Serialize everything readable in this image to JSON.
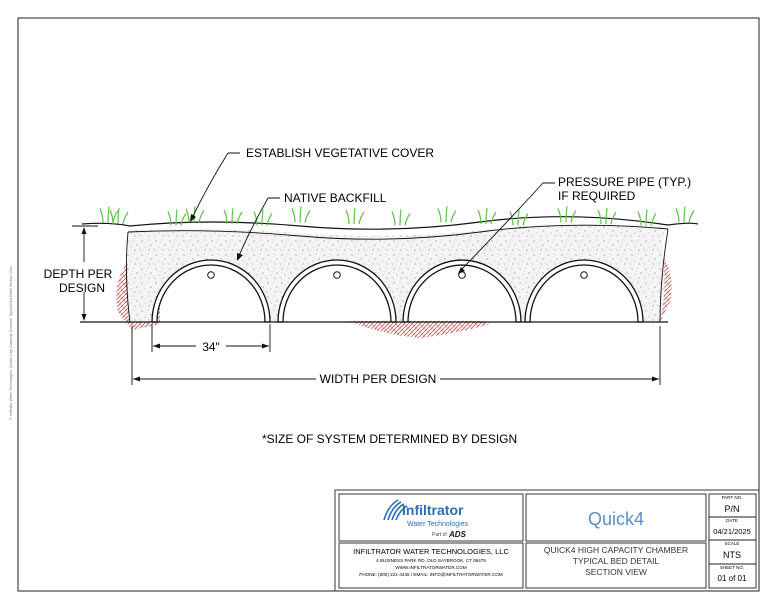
{
  "drawing": {
    "callout_vegetative": "ESTABLISH VEGETATIVE COVER",
    "callout_backfill": "NATIVE BACKFILL",
    "callout_pipe_line1": "PRESSURE PIPE (TYP.)",
    "callout_pipe_line2": "IF REQUIRED",
    "depth_line1": "DEPTH PER",
    "depth_line2": "DESIGN",
    "dim_chamber": "34\"",
    "dim_width": "WIDTH PER DESIGN",
    "note": "*SIZE OF SYSTEM DETERMINED BY DESIGN",
    "side_text": "© Infiltrator Water Technologies, Quick4 High Capacity Chamber Typical Bed Detail Section View"
  },
  "title_block": {
    "logo_name": "Infiltrator",
    "logo_sub": "Water Technologies",
    "logo_partof": "Part of",
    "logo_ads": "ADS",
    "company": "INFILTRATOR WATER TECHNOLOGIES, LLC",
    "address": "4 BUSINESS PARK RD, OLD SAYBROOK, CT 06475",
    "website": "WWW.INFILTRATORWATER.COM",
    "contact": "PHONE: (800) 221-4436 / EMAIL: INFO@INFILTRATORWATER.COM",
    "product": "Quick4",
    "title_line1": "QUICK4 HIGH CAPACITY CHAMBER",
    "title_line2": "TYPICAL BED DETAIL",
    "title_line3": "SECTION VIEW",
    "part_no_label": "PART NO.",
    "part_no": "P/N",
    "date_label": "DATE",
    "date": "04/21/2025",
    "scale_label": "SCALE",
    "scale": "NTS",
    "sheet_label": "SHEET NO.",
    "sheet": "01 of 01"
  },
  "colors": {
    "product_blue": "#5b8ec7",
    "logo_blue": "#2a6fb5",
    "grass": "#5fc24a",
    "soil": "#c0504d"
  }
}
